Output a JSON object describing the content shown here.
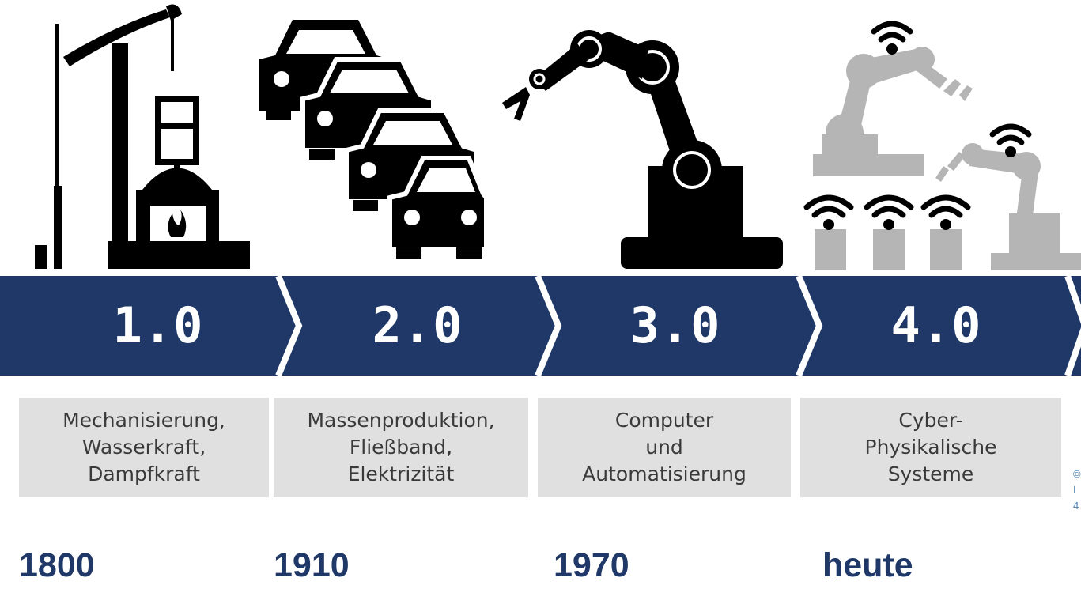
{
  "colors": {
    "banner": "#1f3868",
    "chevron": "#ffffff",
    "box": "#e0e0e0",
    "year_text": "#1f3868",
    "icon_dark": "#000000",
    "icon_gray": "#b5b5b5"
  },
  "stages": [
    {
      "number": "1.0",
      "description": "Mechanisierung,\nWasserkraft,\nDampfkraft",
      "year": "1800",
      "icon": "steam-engine-icon"
    },
    {
      "number": "2.0",
      "description": "Massenproduktion,\nFließband,\nElektrizität",
      "year": "1910",
      "icon": "assembly-line-cars-icon"
    },
    {
      "number": "3.0",
      "description": "Computer\nund\nAutomatisierung",
      "year": "1970",
      "icon": "robot-arm-icon"
    },
    {
      "number": "4.0",
      "description": "Cyber-\nPhysikalische\nSysteme",
      "year": "heute",
      "icon": "connected-robots-icon"
    }
  ],
  "side_note": "©\nI\n4"
}
